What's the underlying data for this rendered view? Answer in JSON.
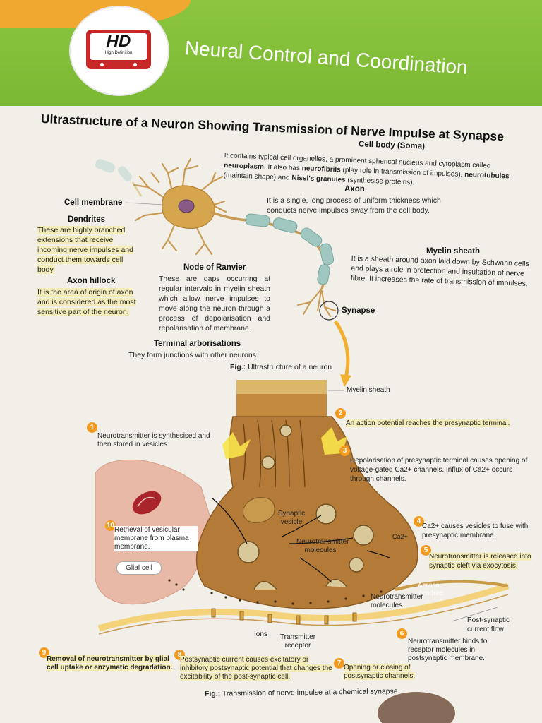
{
  "header": {
    "logo_text": "HD",
    "logo_subtext": "High Definition",
    "chapter_title": "Neural Control and Coordination"
  },
  "page_title": "Ultrastructure of a Neuron Showing Transmission of Nerve Impulse at Synapse",
  "neuron": {
    "cell_body": {
      "heading": "Cell body (Soma)",
      "text1": "It contains typical cell organelles, a prominent spherical nucleus and cytoplasm called",
      "term1": "neuroplasm",
      "text2": ". It also has",
      "term2": "neurofibrils",
      "text3": "(play role in transmission of impulses),",
      "term3": "neurotubules",
      "text4": "(maintain shape) and",
      "term4": "Nissl's granules",
      "text5": "(synthesise proteins)."
    },
    "axon": {
      "heading": "Axon",
      "text": "It is a single, long process of uniform thickness which conducts nerve impulses away from the cell body."
    },
    "cell_membrane": {
      "heading": "Cell membrane"
    },
    "dendrites": {
      "heading": "Dendrites",
      "text": "These are highly branched extensions that receive incoming nerve impulses and conduct them towards cell body."
    },
    "myelin_sheath": {
      "heading": "Myelin sheath",
      "text": "It is a sheath around axon laid down by Schwann cells and plays a role in protection and insultation of nerve fibre. It increases the rate of transmission of impulses."
    },
    "node_of_ranvier": {
      "heading": "Node of Ranvier",
      "text": "These are gaps occurring at regular intervals in myelin sheath which allow nerve impulses to move along the neuron through a process of depolarisation and repolarisation of membrane."
    },
    "axon_hillock": {
      "heading": "Axon hillock",
      "text": "It is the area of origin of axon and is considered as the most sensitive part of the neuron."
    },
    "synapse": {
      "heading": "Synapse"
    },
    "terminal_arborisations": {
      "heading": "Terminal arborisations",
      "text": "They form junctions with other neurons."
    },
    "fig_caption_label": "Fig.:",
    "fig_caption": "Ultrastructure of a neuron"
  },
  "synapse": {
    "myelin_sheath_label": "Myelin sheath",
    "synaptic_vesicle_label": "Synaptic vesicle",
    "neurotransmitter_molecules_label": "Neurotransmitter molecules",
    "ca_label": "Ca2+",
    "neurotransmitter_molecules_cleft_label": "Neurotransmitter molecules",
    "across_dendrite_label": "Across dendrite",
    "post_synaptic_current_label": "Post-synaptic current flow",
    "ions_label": "Ions",
    "transmitter_receptor_label": "Transmitter receptor",
    "glial_cell_label": "Glial cell",
    "steps": [
      {
        "n": "1",
        "text": "Neurotransmitter is synthesised and then stored in vesicles."
      },
      {
        "n": "2",
        "text": "An action potential reaches the presynaptic terminal."
      },
      {
        "n": "3",
        "text": "Depolarisation of presynaptic terminal causes opening of voltage-gated Ca2+ channels. Influx of Ca2+ occurs through channels."
      },
      {
        "n": "4",
        "text": "Ca2+ causes vesicles to fuse with presynaptic membrane."
      },
      {
        "n": "5",
        "text": "Neurotransmitter is released into synaptic cleft via exocytosis."
      },
      {
        "n": "6",
        "text": "Neurotransmitter binds to receptor molecules in postsynaptic membrane."
      },
      {
        "n": "7",
        "text": "Opening or closing of postsynaptic channels."
      },
      {
        "n": "8",
        "text": "Postsynaptic current causes excitatory or inhibitory postsynaptic potential that changes the excitability of the post-synaptic cell."
      },
      {
        "n": "9",
        "text": "Removal of neurotransmitter by glial cell uptake or enzymatic degradation."
      },
      {
        "n": "10",
        "text": "Retrieval of vesicular membrane from plasma membrane."
      }
    ],
    "fig_caption_label": "Fig.:",
    "fig_caption": "Transmission of nerve impulse at a chemical synapse"
  },
  "colors": {
    "banner_green": "#8cc63f",
    "banner_orange": "#f0a830",
    "logo_red": "#c62828",
    "step_orange": "#f39a1f",
    "neuron_tan": "#c89a52",
    "myelin": "#9fc7c0",
    "terminal_brown": "#a8732f"
  }
}
